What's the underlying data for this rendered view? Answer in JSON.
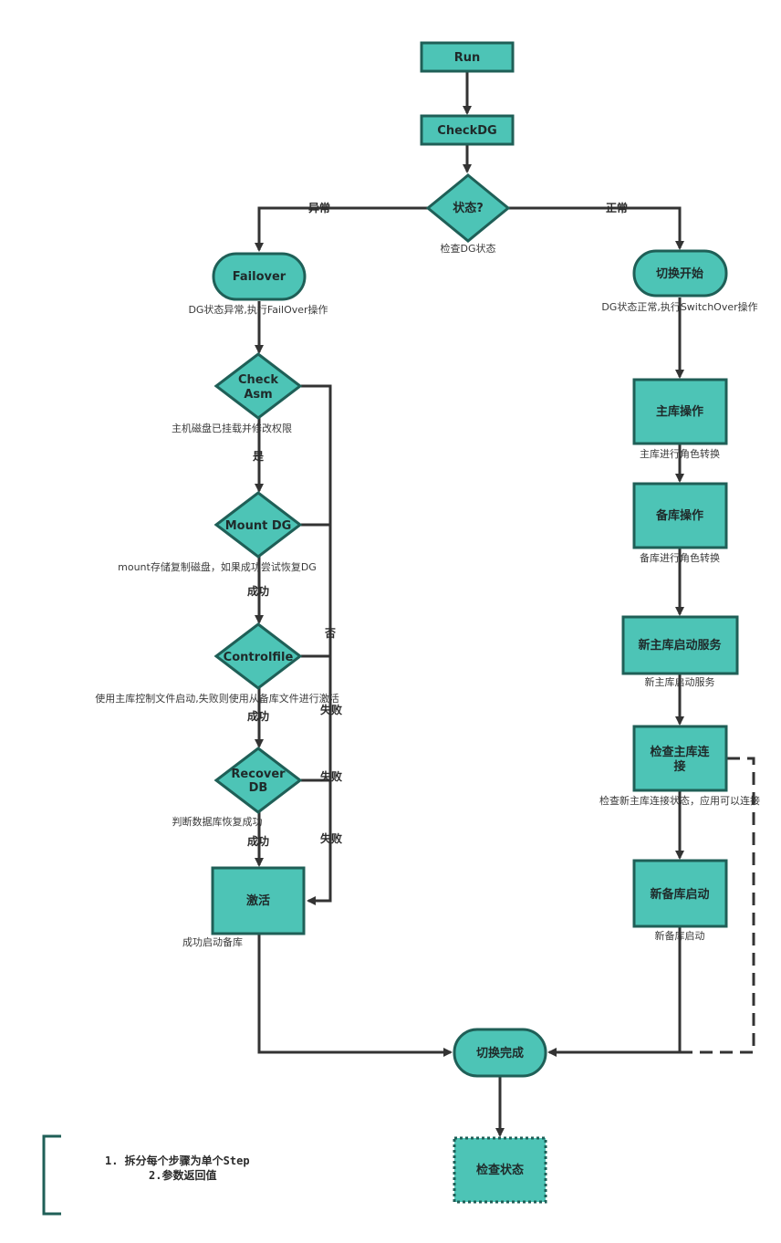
{
  "colors": {
    "node_fill": "#4dc4b6",
    "node_stroke": "#1f5f57",
    "line": "#333333"
  },
  "nodes": {
    "run": "Run",
    "checkdg": "CheckDG",
    "status": "状态?",
    "failover": "Failover",
    "switch_start": "切换开始",
    "check_asm": [
      "Check",
      "Asm"
    ],
    "mount_dg": "Mount DG",
    "controlfile": "Controlfile",
    "recover_db": [
      "Recover",
      "DB"
    ],
    "activate": "激活",
    "primary_op": "主库操作",
    "standby_op": "备库操作",
    "new_primary_start": "新主库启动服务",
    "check_new_primary": [
      "检查主库连",
      "接"
    ],
    "new_standby_start": "新备库启动",
    "switch_done": "切换完成",
    "check_status": "检查状态"
  },
  "captions": {
    "status": "检查DG状态",
    "failover": "DG状态异常,执行FailOver操作",
    "switch_start": "DG状态正常,执行SwitchOver操作",
    "check_asm": "主机磁盘已挂载并修改权限",
    "mount_dg": "mount存储复制磁盘，如果成功尝试恢复DG",
    "controlfile": "使用主库控制文件启动,失败则使用从备库文件进行激活",
    "recover_db": "判断数据库恢复成功",
    "activate": "成功启动备库",
    "primary_op": "主库进行角色转换",
    "standby_op": "备库进行角色转换",
    "new_primary_start": "新主库启动服务",
    "check_new_primary": "检查新主库连接状态，应用可以连接",
    "new_standby_start": "新备库启动"
  },
  "edge_labels": {
    "abnormal": "异常",
    "normal": "正常",
    "yes": "是",
    "success_1": "成功",
    "success_2": "成功",
    "success_3": "成功",
    "no": "否",
    "fail_1": "失败",
    "fail_2": "失败",
    "fail_3": "失败"
  },
  "notes": [
    "1.  拆分每个步骤为单个Step",
    "2.参数返回值"
  ]
}
